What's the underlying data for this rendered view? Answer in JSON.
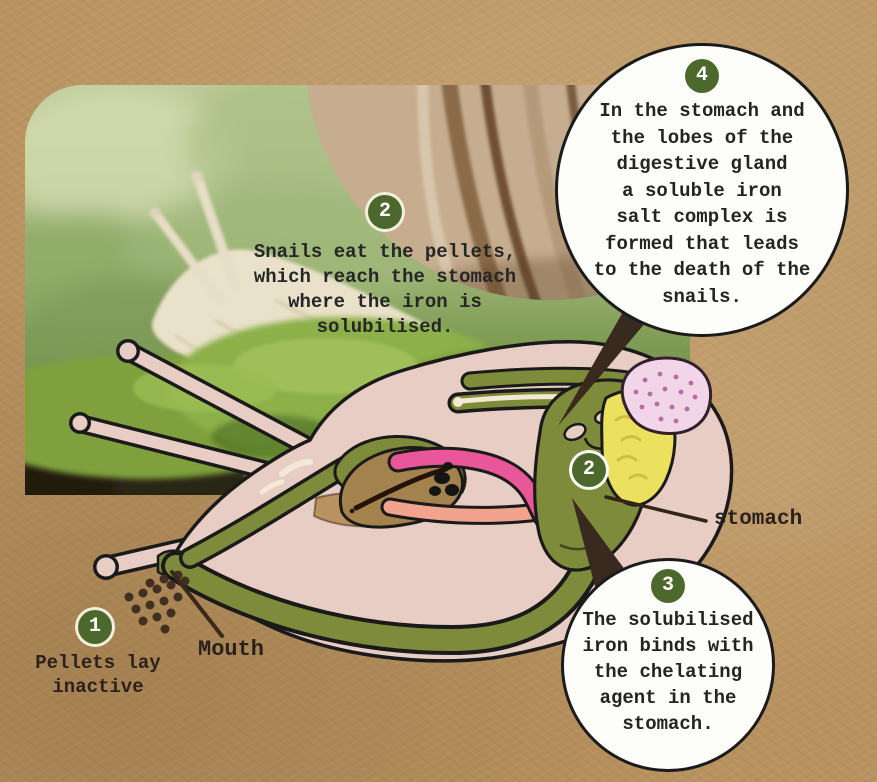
{
  "steps": {
    "one": {
      "number": "1",
      "lines": [
        "Pellets lay",
        "inactive"
      ]
    },
    "two": {
      "number": "2",
      "lines": [
        "Snails eat the pellets,",
        "which reach the stomach",
        "where the iron is",
        "solubilised."
      ]
    },
    "three": {
      "number": "3",
      "lines": [
        "The solubilised",
        "iron binds with",
        "the chelating",
        "agent in the",
        "stomach."
      ]
    },
    "four": {
      "number": "4",
      "lines": [
        "In the stomach and",
        "the lobes of the",
        "digestive gland",
        "a soluble iron",
        "salt complex is",
        "formed that leads",
        "to the death of the",
        "snails."
      ]
    }
  },
  "labels": {
    "stomach": "stomach",
    "mouth": "Mouth"
  },
  "colors": {
    "kraft_background": "#b8925f",
    "badge_green": "#4d682c",
    "badge_ring_cream": "#f3eedd",
    "callout_background": "#fdfdfa",
    "outline_black": "#1a1a1a",
    "text": "#242424",
    "diagram_body_pink": "#e7cdc3",
    "organ_green": "#7d8b3a",
    "organ_yellow": "#ebe15f",
    "organ_pink_dotted": "#f3d5ea",
    "organ_brown": "#a3824d",
    "organ_magenta": "#e9579a",
    "organ_salmon": "#f2a38d",
    "pellet_brown": "#41301f",
    "pointer_dark": "#382a1e"
  }
}
